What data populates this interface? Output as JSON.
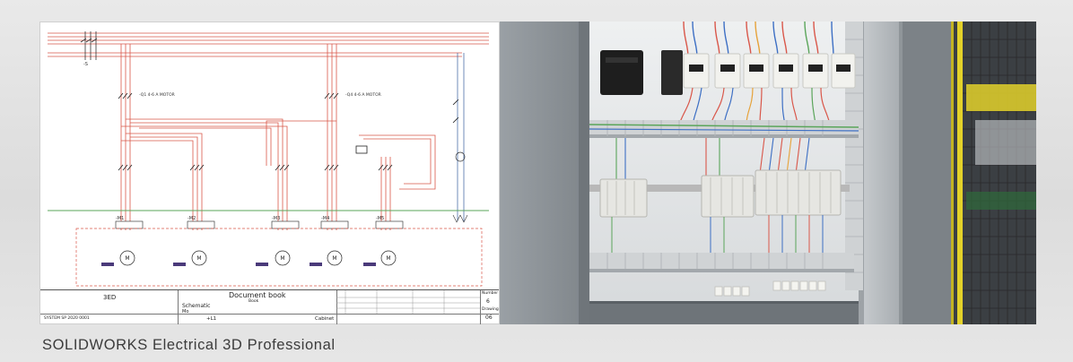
{
  "caption": "SOLIDWORKS Electrical 3D Professional",
  "schematic": {
    "motor_labels": [
      "-M1",
      "-M2",
      "-M3",
      "-M4",
      "-M5"
    ],
    "feed_label_1": "-Q1  4-6 A MOTOR",
    "feed_label_2": "-Q4  4-6 A MOTOR",
    "title_block": {
      "project": "3ED",
      "document_title": "Document book",
      "document_sub": "Book",
      "schematic_label": "Schematic",
      "schematic_value": "Mo",
      "location": "+L1",
      "cabinet_label": "Cabinet",
      "bottom_left": "SYSTEM SP 2020 0001",
      "number_label": "Number",
      "number_value": "6",
      "drawing_label": "Drawing",
      "drawing_value": "06"
    }
  },
  "colors": {
    "wire_red": "#d9574a",
    "wire_green": "#5aa55a",
    "rail_gray": "#b8b8b8",
    "terminal_white": "#f2f2ee",
    "guard_yellow": "#e3d12a"
  }
}
